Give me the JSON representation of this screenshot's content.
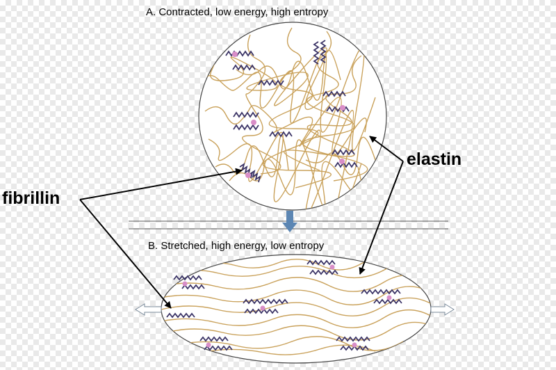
{
  "panel_a": {
    "title": "A. Contracted, low energy, high entropy"
  },
  "panel_b": {
    "title": "B. Stretched, high energy, low entropy"
  },
  "labels": {
    "fibrillin": "fibrillin",
    "elastin": "elastin"
  },
  "colors": {
    "elastin_fiber": "#c9a15a",
    "fibrillin_coil": "#3b3466",
    "crosslink": "#d98ec8",
    "arrow": "#5c86b3"
  }
}
